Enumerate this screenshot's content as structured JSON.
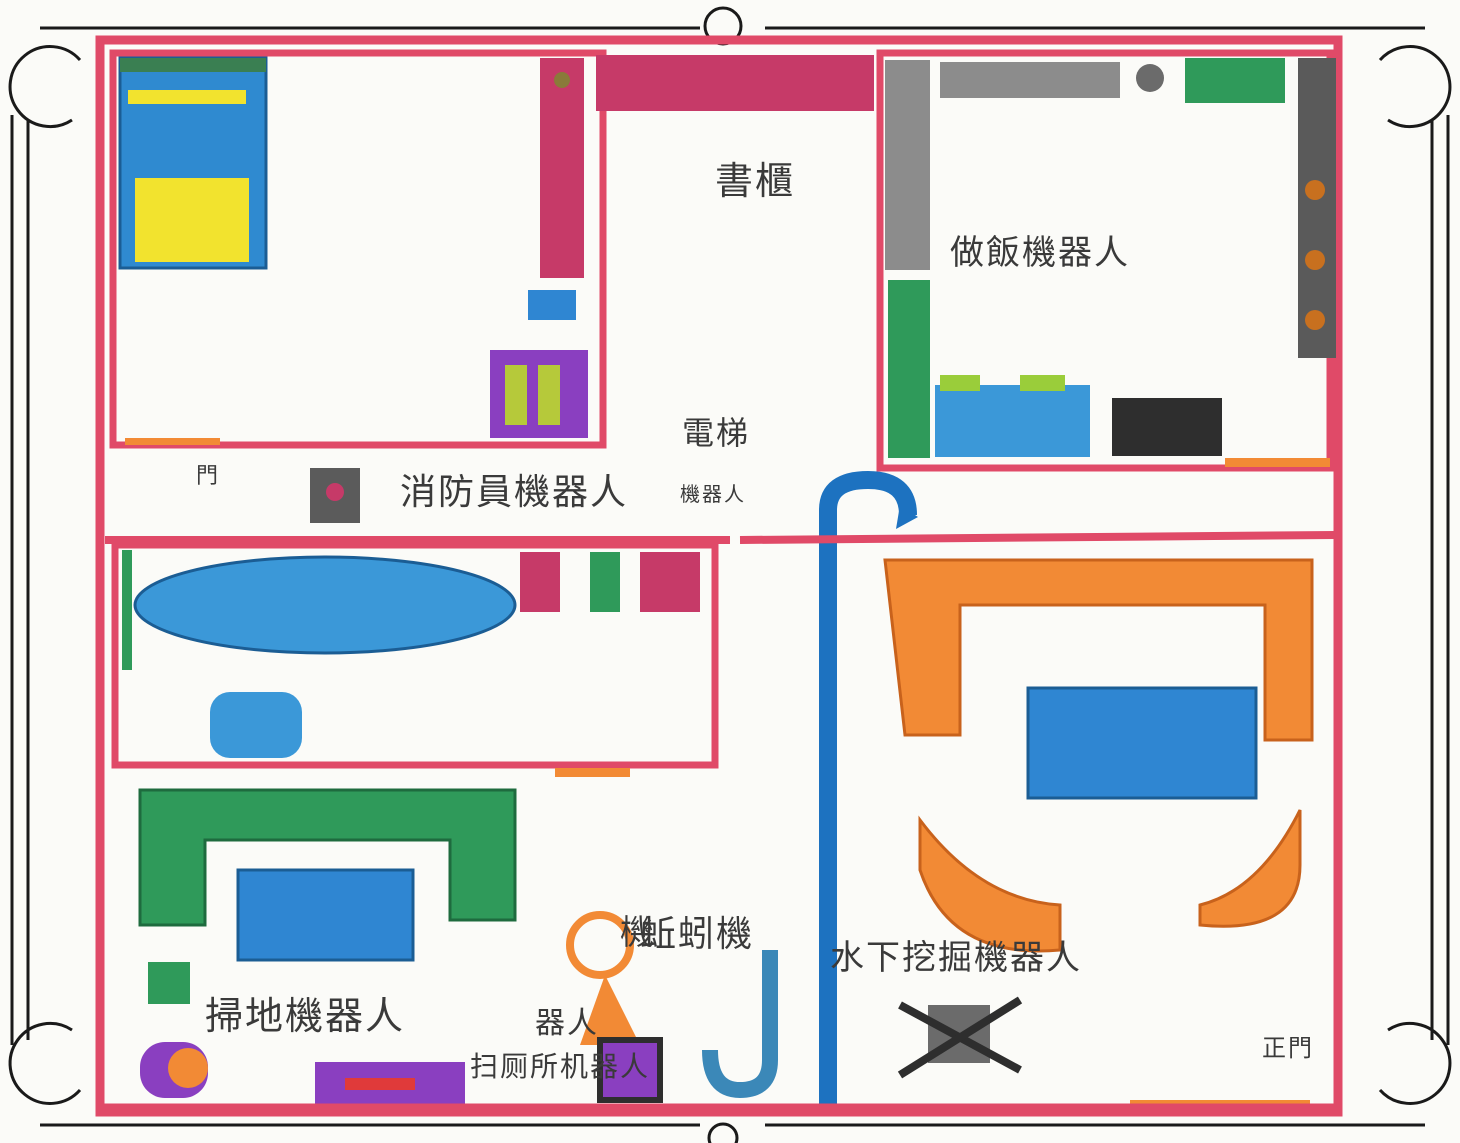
{
  "colors": {
    "wall": "#e04a68",
    "bed_frame": "#2f8ad0",
    "pillow": "#f2e32e",
    "sofa_orange": "#f28a35",
    "sofa_green": "#2f9a5a",
    "table_blue": "#2f86d2",
    "pipe_blue": "#1d72c0",
    "robot_gray": "#3b3b3b",
    "cabinet_purple": "#8a3fc0"
  },
  "labels": {
    "bookcase": "書櫃",
    "cooking_robot": "做飯機器人",
    "firefighter_robot": "消防員機器人",
    "elevator": "電梯",
    "robot_small": "機器人",
    "door": "門",
    "sweeping_robot": "掃地機器人",
    "robot_stack": "器人",
    "ji_char": "機",
    "cleaning_robot": "扫厕所机器人",
    "earthworm_machine": "蚯蚓機",
    "underground_robot": "水下挖掘機器人",
    "main_door": "正門"
  },
  "icons": [
    "bed-icon",
    "sofa-icon",
    "table-icon",
    "bathtub-icon",
    "toilet-icon",
    "stove-icon",
    "pipe-icon",
    "robot-icon",
    "corner-scroll-icon"
  ]
}
